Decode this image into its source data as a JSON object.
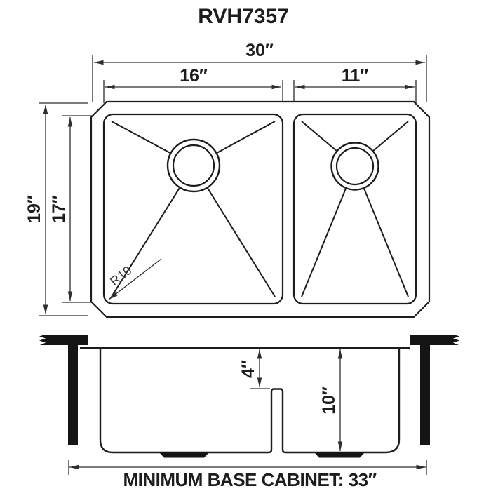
{
  "title": "RVH7357",
  "colors": {
    "ink": "#1d1d1d",
    "dim_line": "#2e2e2e",
    "background": "#ffffff"
  },
  "top_view": {
    "overall_width": "30″",
    "left_bowl_width": "16″",
    "right_bowl_width": "11″",
    "overall_depth": "19″",
    "bowl_depth": "17″",
    "corner_radius": "R10"
  },
  "front_view": {
    "divider_offset": "4″",
    "bowl_depth": "10″",
    "cabinet_note": "MINIMUM BASE CABINET: 33″"
  }
}
